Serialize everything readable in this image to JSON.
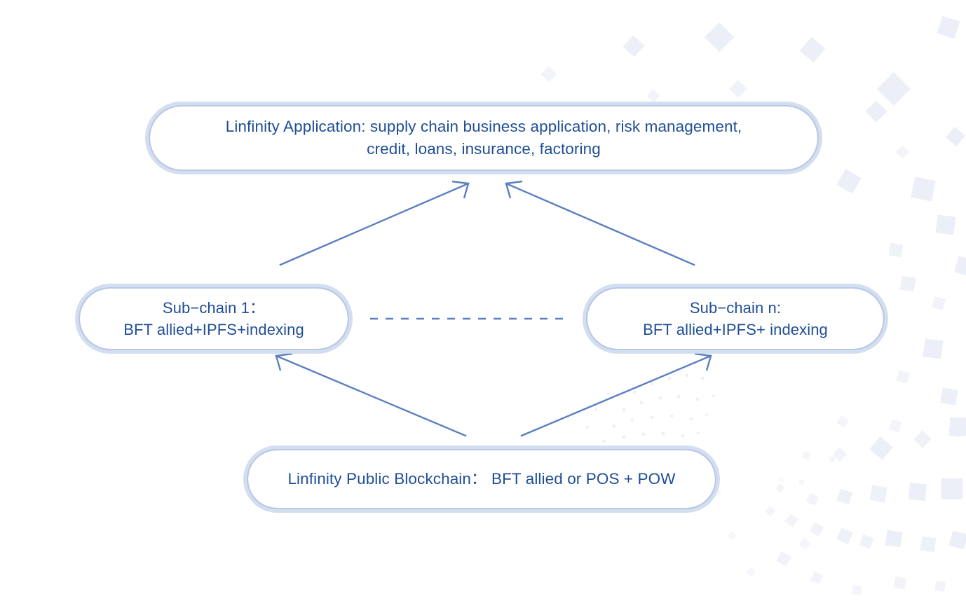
{
  "diagram": {
    "title_text_color": "#1f4e96",
    "line_color": "#5b7fc0",
    "border_color": "#4a6fb5",
    "halo_color": "#ccd8ee",
    "background_color": "#ffffff",
    "decor_square_color": "#eceff7",
    "nodes": [
      {
        "id": "application",
        "label": "Linfinity Application: supply chain business application, risk management,\ncredit, loans, insurance, factoring"
      },
      {
        "id": "subchain-1",
        "label": "Sub−chain 1：\nBFT allied+IPFS+indexing"
      },
      {
        "id": "subchain-n",
        "label": "Sub−chain n:\nBFT allied+IPFS+ indexing"
      },
      {
        "id": "public-blockchain",
        "label": "Linfinity Public Blockchain： BFT allied or POS + POW"
      }
    ],
    "edges": [
      {
        "id": "subchain1-to-application",
        "from": "subchain-1",
        "to": "application",
        "style": "solid",
        "arrow": "end"
      },
      {
        "id": "subchainn-to-application",
        "from": "subchain-n",
        "to": "application",
        "style": "solid",
        "arrow": "end"
      },
      {
        "id": "publicblockchain-to-subchain1",
        "from": "public-blockchain",
        "to": "subchain-1",
        "style": "solid",
        "arrow": "end"
      },
      {
        "id": "publicblockchain-to-subchainn",
        "from": "public-blockchain",
        "to": "subchain-n",
        "style": "solid",
        "arrow": "end"
      },
      {
        "id": "subchain1-to-subchainn",
        "from": "subchain-1",
        "to": "subchain-n",
        "style": "dashed",
        "arrow": "none"
      }
    ]
  }
}
